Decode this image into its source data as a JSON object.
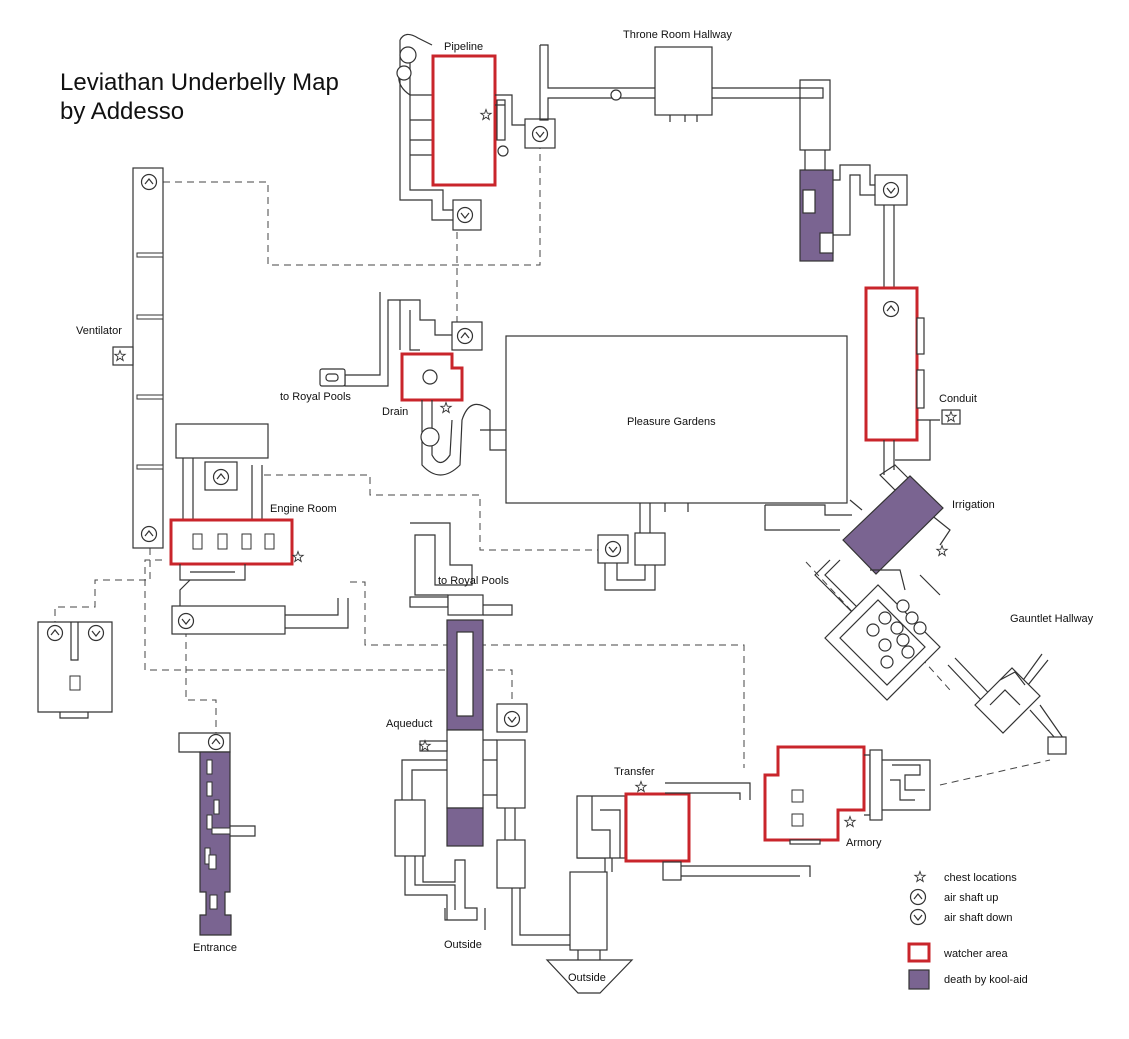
{
  "title": {
    "line1": "Leviathan Underbelly Map",
    "line2": "by Addesso"
  },
  "labels": {
    "pipeline": "Pipeline",
    "throne_room_hallway": "Throne Room Hallway",
    "ventilator": "Ventilator",
    "to_royal_pools_1": "to Royal Pools",
    "drain": "Drain",
    "pleasure_gardens": "Pleasure Gardens",
    "conduit": "Conduit",
    "engine_room": "Engine Room",
    "irrigation": "Irrigation",
    "to_royal_pools_2": "to Royal Pools",
    "gauntlet_hallway": "Gauntlet Hallway",
    "aqueduct": "Aqueduct",
    "transfer": "Transfer",
    "armory": "Armory",
    "entrance": "Entrance",
    "outside_1": "Outside",
    "outside_2": "Outside"
  },
  "legend": {
    "items": [
      {
        "label": "chest locations",
        "icon": "star-icon"
      },
      {
        "label": "air shaft up",
        "icon": "chevron-up-icon"
      },
      {
        "label": "air shaft down",
        "icon": "chevron-down-icon"
      },
      {
        "label": "watcher area",
        "icon": "red-square-icon",
        "color": "#c9252b"
      },
      {
        "label": "death by kool-aid",
        "icon": "purple-square-icon",
        "color": "#7a6491"
      }
    ]
  },
  "colors": {
    "watcher": "#c9252b",
    "kool_aid": "#7a6491",
    "line": "#333333"
  }
}
